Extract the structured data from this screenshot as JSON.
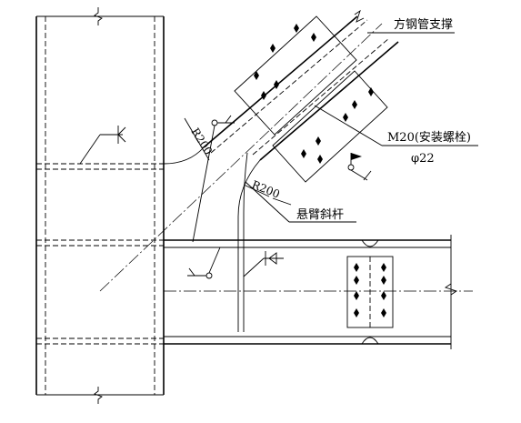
{
  "labels": {
    "brace": "方钢管支撑",
    "bolt_spec": "M20(安装螺栓)",
    "bolt_hole": "φ22",
    "radius_upper": "R200",
    "radius_lower": "R200",
    "cantilever": "悬臂斜杆"
  }
}
